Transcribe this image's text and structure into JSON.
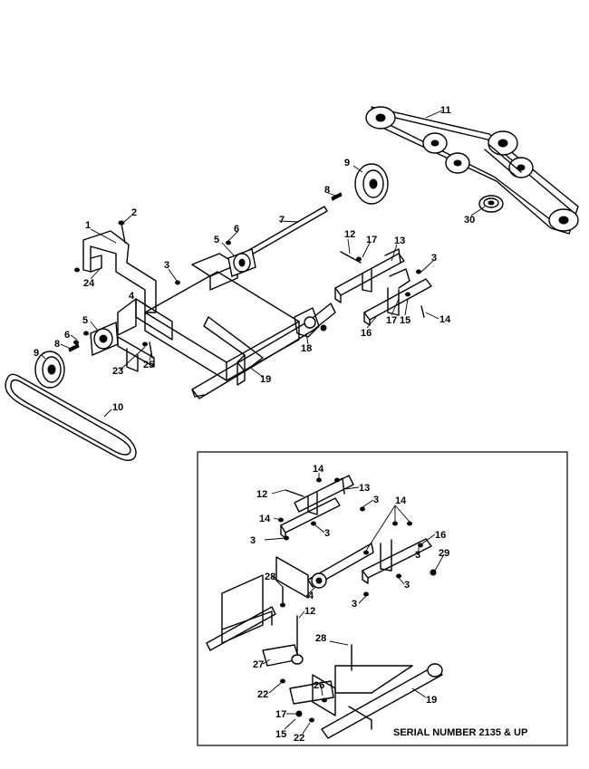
{
  "inset": {
    "caption": "SERIAL NUMBER 2135 & UP"
  },
  "callouts": {
    "main": [
      "1",
      "2",
      "3",
      "4",
      "5",
      "5",
      "6",
      "6",
      "7",
      "8",
      "8",
      "9",
      "9",
      "10",
      "11",
      "12",
      "13",
      "3",
      "14",
      "15",
      "16",
      "17",
      "17",
      "18",
      "19",
      "23",
      "24",
      "25",
      "30"
    ],
    "inset": [
      "14",
      "12",
      "13",
      "3",
      "14",
      "3",
      "3",
      "14",
      "16",
      "3",
      "29",
      "28",
      "4",
      "12",
      "3",
      "3",
      "27",
      "22",
      "28",
      "26",
      "19",
      "17",
      "15",
      "22"
    ]
  }
}
